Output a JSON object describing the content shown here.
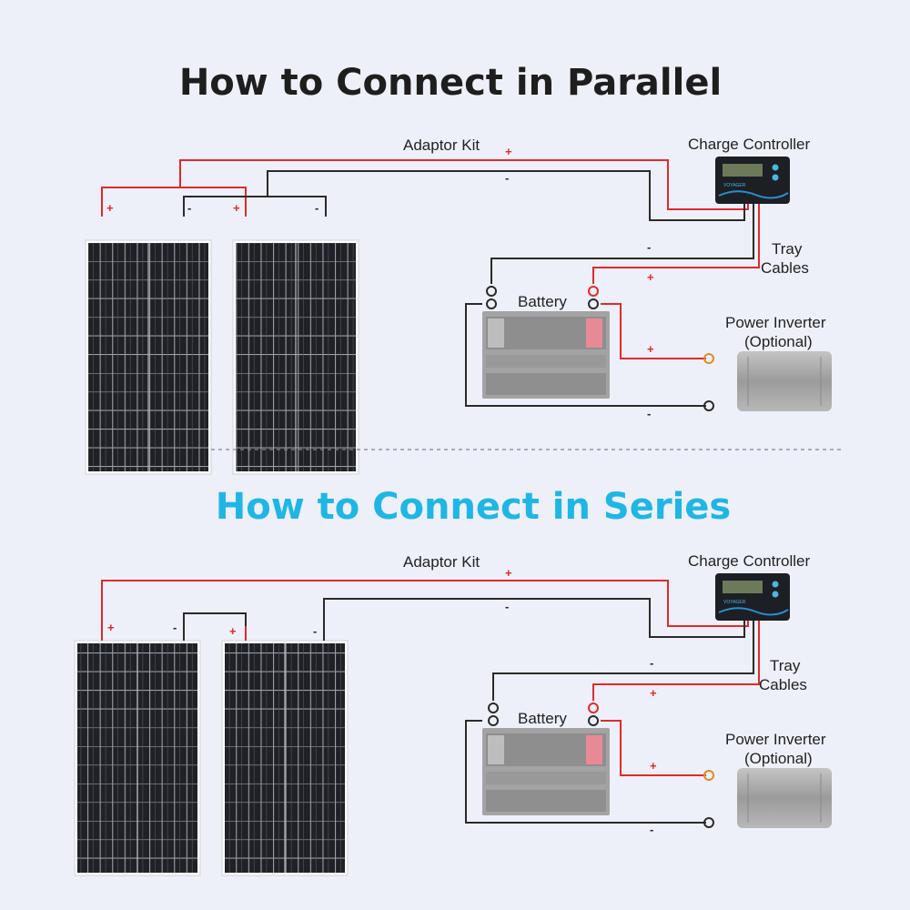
{
  "colors": {
    "background": "#eef0f9",
    "positive_wire": "#e02a2a",
    "negative_wire": "#2a2a2a",
    "series_title": "#1fb6e6",
    "parallel_title": "#1e1e1e"
  },
  "parallel": {
    "title": "How to Connect in Parallel",
    "adaptor_kit": "Adaptor Kit",
    "charge_controller": "Charge Controller",
    "tray_cables_line1": "Tray",
    "tray_cables_line2": "Cables",
    "battery": "Battery",
    "inverter_line1": "Power Inverter",
    "inverter_line2": "(Optional)",
    "plus": "+",
    "minus": "-"
  },
  "series": {
    "title": "How to Connect in Series",
    "adaptor_kit": "Adaptor Kit",
    "charge_controller": "Charge Controller",
    "tray_cables_line1": "Tray",
    "tray_cables_line2": "Cables",
    "battery": "Battery",
    "inverter_line1": "Power Inverter",
    "inverter_line2": "(Optional)",
    "plus": "+",
    "minus": "-"
  },
  "controller_brand": "VOYAGER"
}
